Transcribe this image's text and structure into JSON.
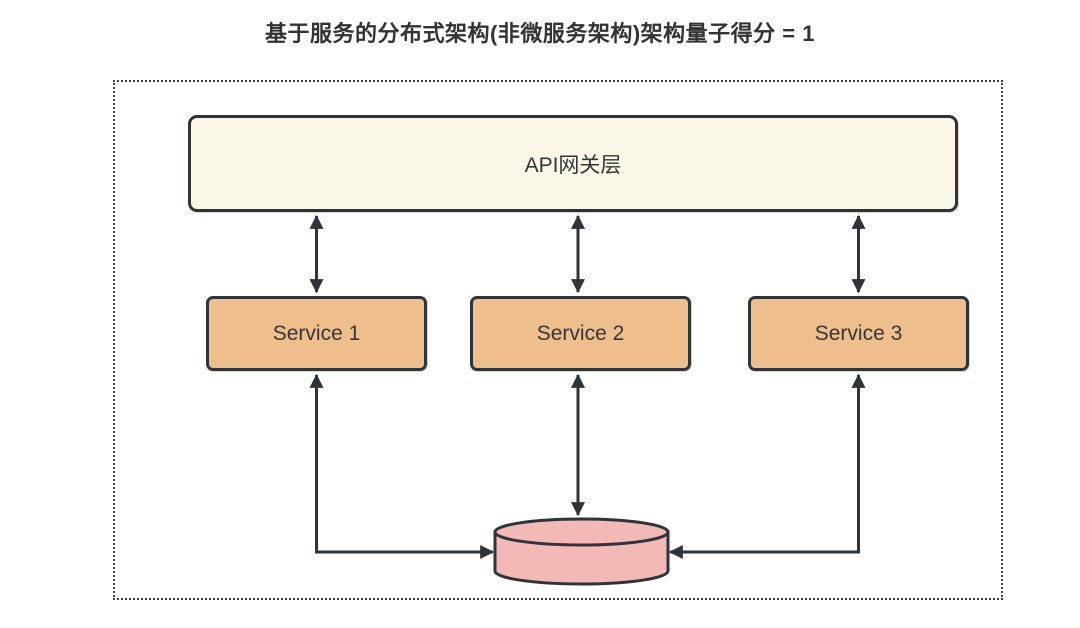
{
  "title": "基于服务的分布式架构(非微服务架构)架构量子得分 = 1",
  "diagram": {
    "gateway": {
      "label": "API网关层"
    },
    "services": [
      {
        "label": "Service 1"
      },
      {
        "label": "Service 2"
      },
      {
        "label": "Service 3"
      }
    ],
    "database": {
      "icon": "database-cylinder",
      "label": ""
    },
    "connections": [
      {
        "from": "api-gateway",
        "to": "service-1",
        "type": "bidirectional-vertical-arrow"
      },
      {
        "from": "api-gateway",
        "to": "service-2",
        "type": "bidirectional-vertical-arrow"
      },
      {
        "from": "api-gateway",
        "to": "service-3",
        "type": "bidirectional-vertical-arrow"
      },
      {
        "from": "service-1",
        "to": "database",
        "type": "bidirectional-elbow-arrow"
      },
      {
        "from": "service-2",
        "to": "database",
        "type": "bidirectional-vertical-arrow"
      },
      {
        "from": "service-3",
        "to": "database",
        "type": "bidirectional-elbow-arrow"
      }
    ]
  },
  "colors": {
    "gateway_fill": "#faf7e7",
    "service_fill": "#efbe8d",
    "database_fill": "#f2b9b7",
    "stroke": "#2f343a",
    "title_text": "#333333"
  }
}
